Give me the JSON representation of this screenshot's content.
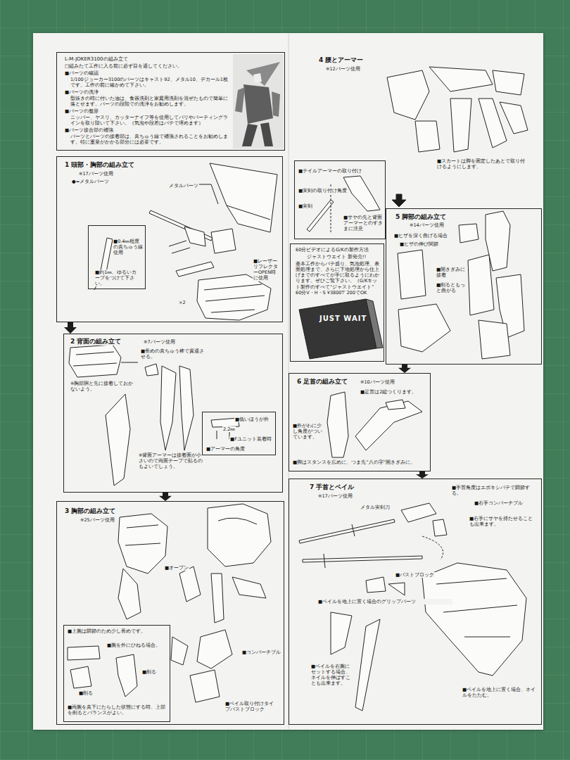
{
  "diagram": {
    "nodes": [
      {
        "text": [
          "L-M-JOKER3100の組み立て",
          "□組みたて工作に入る前に必ず目を通してください。",
          "■パーツの確認",
          "1/100ジョーカー3100のパーツはキャスト92、メタル10、デカール1枚です。工作の前に確かめて下さい。",
          "■パーツの洗浄",
          "型抜きの時に付いた油は、食器洗剤と家庭用洗剤を混ぜたもので簡単に落とせます。パーツの段階での洗浄をお勧めします。",
          "■パーツの整形",
          "ニッパー、ヤスリ、カッターナイフ等を使用してバリやパーティングラインを取り除いて下さい。（気泡や段差はパテで埋めます）",
          "■パーツ接合部の補強",
          "パーツとパーツの接着部は、真ちゅう線で補強されることをお勧めします。特に重量がかかる部分には必要です。"
        ]
      },
      {
        "text": [
          "1 頭部・胸部の組み立て",
          "※17パーツ使用",
          "●=メタルパーツ",
          "メタルパーツ",
          "■レーザーリフレクターOPEN時に使用",
          "×2"
        ]
      },
      {
        "text": [
          "■0.4㎜程度の真ちゅう線使用",
          "■約1㎜、ゆるいカーブをつけて下さい。"
        ],
        "in": 1
      },
      {
        "text": [
          "2 背面の組み立て",
          "※7パーツ使用",
          "■長めの真ちゅう棒で貫通させる。",
          "※胸部胴と先に接着しておかないよう。",
          "※背面アーマーは接着面が小さいので両面テープで貼るのもよいでしょう。"
        ]
      },
      {
        "text": [
          "■低いほうが外",
          "2.2㎜",
          "■Fユニット装着時",
          "■アーマーの角度"
        ],
        "in": 3
      },
      {
        "text": [
          "3 胸部の組み立て",
          "※25パーツ使用",
          "■オープン",
          "■コンバーチブル",
          "■ベイル取り付けタイプバストブロック"
        ]
      },
      {
        "text": [
          "■上腕は調節のため少し長めです。",
          "■腕を外にひねる場合。",
          "■削る",
          "■削る",
          "■両腕を真下にたらした状態にする時、上部を削るとバランスがよい。"
        ],
        "in": 5
      },
      {
        "text": [
          "■テイルアーマーの取り付け",
          "■実剣の取り付け角度",
          "■実剣",
          "■サヤの先と背面アーマーとのすきまに注意"
        ]
      },
      {
        "text": [
          "60分ビデオによるG/Kの製作方法",
          "ジャストウエイト 新発売!!",
          "基本工作からパテ盛り、気泡処理、表面処理まで、さらに下地処理から仕上げまでのすべてが手に取るようにわかります。ぜひご覧下さい。（G/Kキット製作のすべて“ジャストウエイト” 60分V・H・S ¥3800〒200でOK",
          "JUST WAIT"
        ]
      },
      {
        "text": [
          "5 脚部の組み立て",
          "※14パーツ使用",
          "■ヒザを深く曲げる場合",
          "■ヒザの伸び関節",
          "■開きぎみに接着",
          "■削るともっと曲がる"
        ]
      },
      {
        "text": [
          "6 足首の組み立て",
          "※10パーツ使用",
          "■足首は2組つくります。",
          "■外がわに少し角度がついています。",
          "■脚はスタンスを広めに、つま先“八の字”開きぎみに。"
        ]
      },
      {
        "text": [
          "7 手首とベイル",
          "※17パーツ使用",
          "メタル実剣刀",
          "■手首角度はエポキシパテで調節する。",
          "■右手コンバーチブル",
          "■右手にサヤを持たせることも出来ます。",
          "■バストブロック",
          "■ベイルを地上に置く場合のグリップパーツ",
          "■ベイルを右腕にセットする場合、ネイルを伸ばすことも出来ます。",
          "■ベイルを地上に置く場合、ネイルをたたむ。"
        ]
      }
    ],
    "edges": [
      {
        "from": 1,
        "to": 3,
        "arrow": "to"
      },
      {
        "from": 3,
        "to": 5,
        "arrow": "to"
      },
      {
        "from": 9,
        "to": 10,
        "arrow": "to"
      },
      {
        "from": 10,
        "to": 11,
        "arrow": "to"
      }
    ],
    "labels": [
      "4 腰とアーマー",
      "※12パーツ使用",
      "■スカートは脚を固定したあとで取り付けるようにします。"
    ]
  }
}
